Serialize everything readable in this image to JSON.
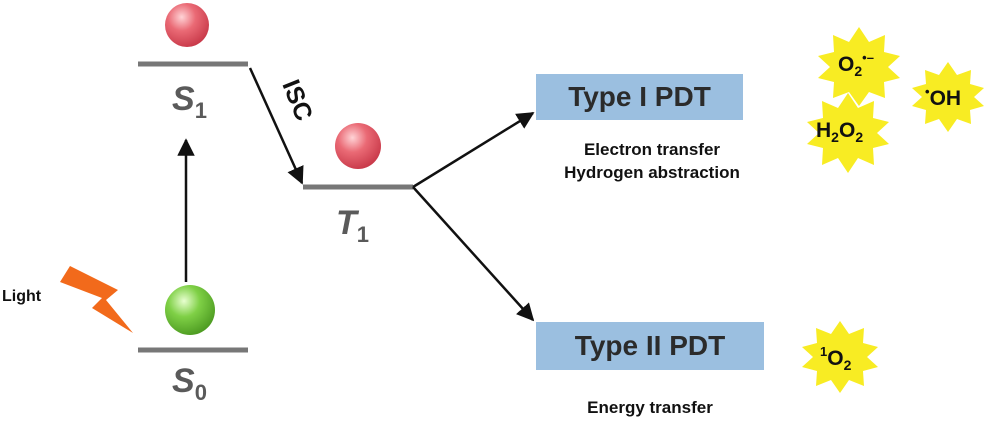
{
  "states": {
    "s1": {
      "letter": "S",
      "sub": "1"
    },
    "s0": {
      "letter": "S",
      "sub": "0"
    },
    "t1": {
      "letter": "T",
      "sub": "1"
    }
  },
  "isc_label": "ISC",
  "light_label": "Light",
  "type1": {
    "label": "Type I PDT",
    "caption_line1": "Electron transfer",
    "caption_line2": "Hydrogen abstraction"
  },
  "type2": {
    "label": "Type II PDT",
    "caption": "Energy transfer"
  },
  "species": {
    "superoxide": {
      "base": "O",
      "sub": "2",
      "sup": "•–"
    },
    "hydroxyl": {
      "sup": "•",
      "base": "OH"
    },
    "peroxide": {
      "base1": "H",
      "sub1": "2",
      "base2": "O",
      "sub2": "2"
    },
    "singlet_oxygen": {
      "sup": "1",
      "base": "O",
      "sub": "2"
    }
  },
  "colors": {
    "excited_ball": "#e0505e",
    "ground_ball": "#6cc03a",
    "box_fill": "#9bbfe0",
    "burst_fill": "#f8ec23",
    "bolt_fill": "#f26a1b",
    "level_line": "#777777"
  }
}
